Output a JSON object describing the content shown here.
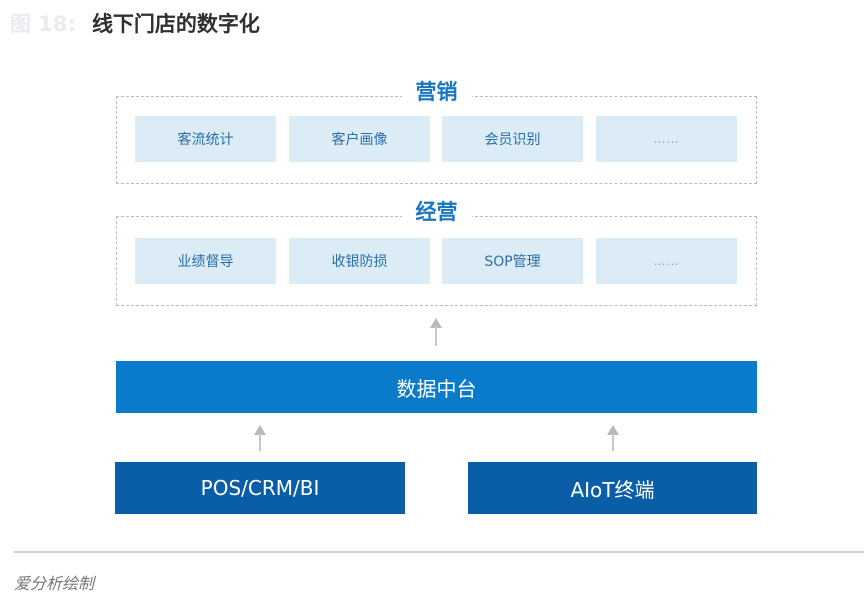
{
  "figure": {
    "label": "图 18:",
    "title": "线下门店的数字化"
  },
  "sections": [
    {
      "title": "营销",
      "items": [
        "客流统计",
        "客户画像",
        "会员识别",
        "……"
      ]
    },
    {
      "title": "经营",
      "items": [
        "业绩督导",
        "收银防损",
        "SOP管理",
        "……"
      ]
    }
  ],
  "platform": {
    "label": "数据中台"
  },
  "sources": [
    {
      "label": "POS/CRM/BI"
    },
    {
      "label": "AIoT终端"
    }
  ],
  "footer": {
    "source_note": "爱分析绘制"
  },
  "colors": {
    "section_title": "#1a76c2",
    "cell_bg": "#dcecf7",
    "cell_text": "#2b6ea8",
    "platform_bg": "#0a7bcb",
    "source_bg": "#0a5ea8",
    "arrow": "#b8b8b8",
    "dashed_border": "#b8bcc0"
  }
}
